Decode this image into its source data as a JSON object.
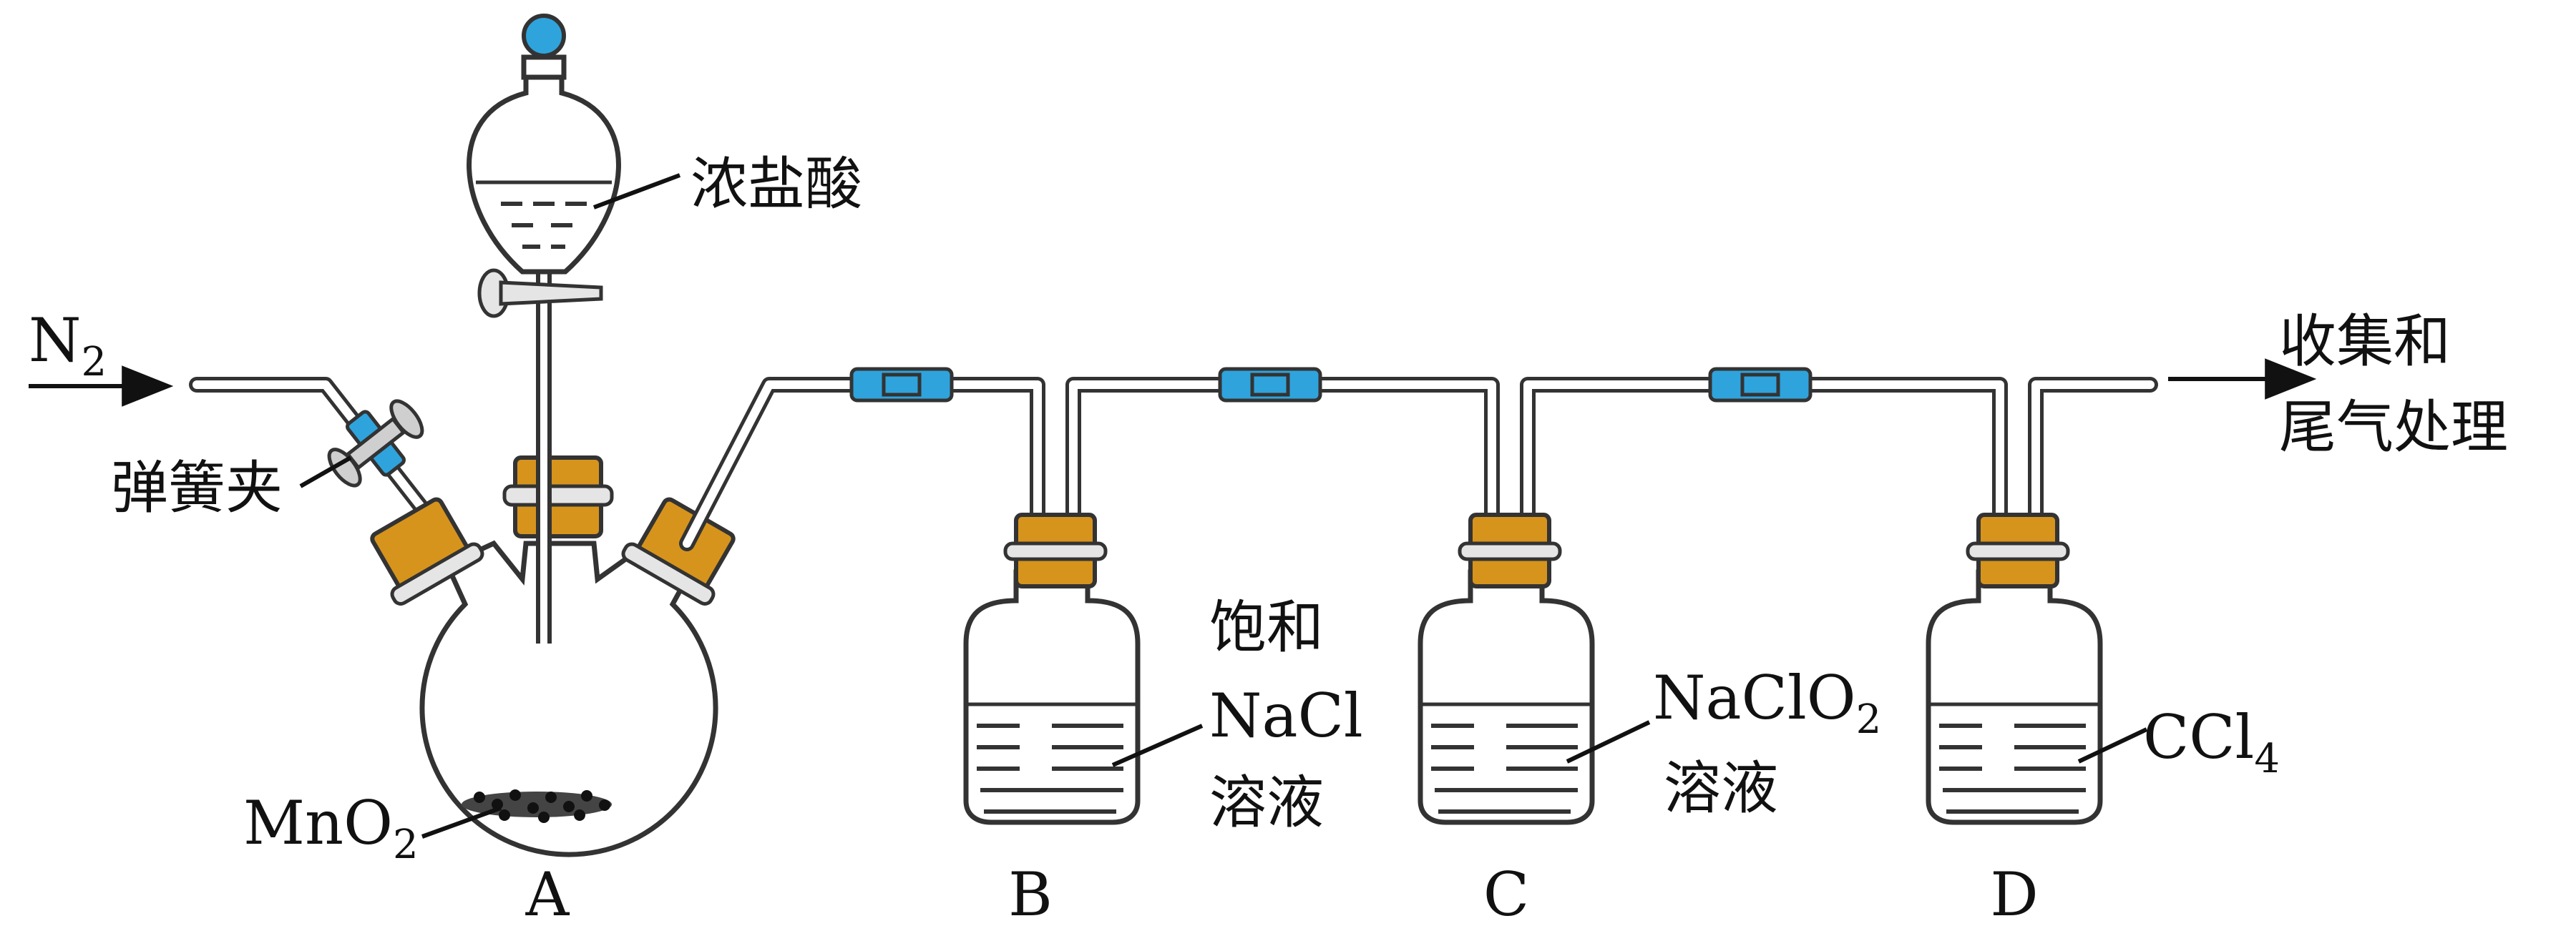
{
  "labels": {
    "n2": "N",
    "n2_sub": "2",
    "hcl": "浓盐酸",
    "clamp": "弹簧夹",
    "mno2": "MnO",
    "mno2_sub": "2",
    "a": "A",
    "b": "B",
    "c": "C",
    "d": "D",
    "nacl_line1": "饱和",
    "nacl_line2": "NaCl",
    "nacl_line3": "溶液",
    "naclo2_line1": "NaClO",
    "naclo2_sub": "2",
    "naclo2_line2": "溶液",
    "ccl4": "CCl",
    "ccl4_sub": "4",
    "out_line1": "收集和",
    "out_line2": "尾气处理"
  },
  "colors": {
    "cork": "#d6941d",
    "connector": "#2fa3dc",
    "stopper": "#2fa3dc"
  }
}
